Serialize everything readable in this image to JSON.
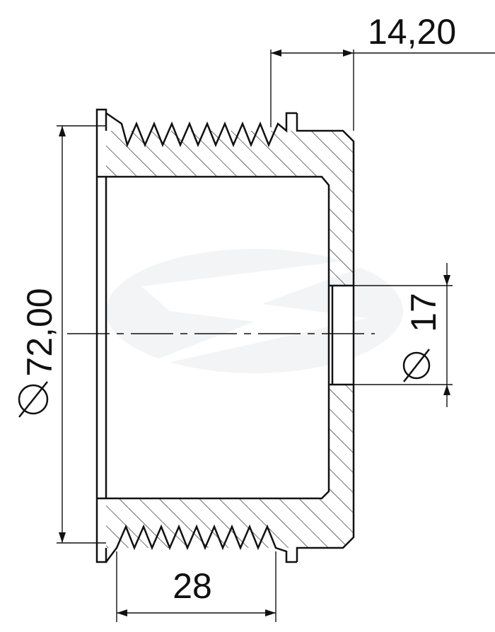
{
  "dimensions": {
    "length": "14,20",
    "outer_diameter": "72,00",
    "bore_diameter": "17",
    "groove_width": "28"
  },
  "symbols": {
    "diameter": "diameter-symbol"
  },
  "colors": {
    "line": "#111111",
    "watermark": "#f1f2f4",
    "background": "#ffffff"
  }
}
